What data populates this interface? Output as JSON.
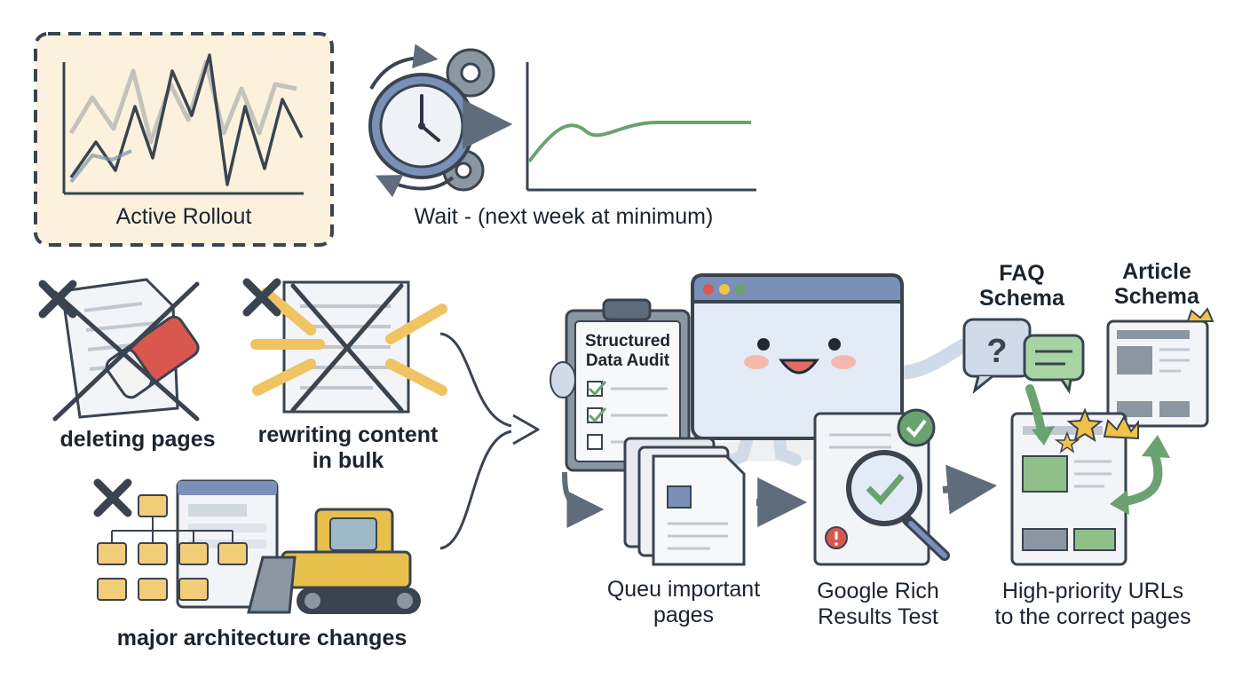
{
  "colors": {
    "ink": "#3a4450",
    "slate": "#5e6c7c",
    "rollout_bg": "#fbf1dd",
    "green": "#6aa36f",
    "screen": "#e3ebf6",
    "titlebar": "#7a90b8",
    "folder": "#f2cd79",
    "eraser": "#d9574e",
    "pencil": "#f0c463",
    "bulldozer": "#e7c04c",
    "star": "#f2c14a"
  },
  "top": {
    "rollout_label": "Active Rollout",
    "wait_label": "Wait - (next week at minimum)"
  },
  "avoid": {
    "deleting_label": "deleting pages",
    "rewriting_label_1": "rewriting content",
    "rewriting_label_2": "in bulk",
    "architecture_label": "major architecture changes"
  },
  "process": {
    "audit_line1": "Structured",
    "audit_line2": "Data Audit",
    "queue_line1": "Queu important",
    "queue_line2": "pages",
    "rich_line1": "Google Rich",
    "rich_line2": "Results Test",
    "faq_line1": "FAQ",
    "faq_line2": "Schema",
    "article_line1": "Article",
    "article_line2": "Schema",
    "urls_line1": "High-priority URLs",
    "urls_line2": "to the correct pages"
  }
}
